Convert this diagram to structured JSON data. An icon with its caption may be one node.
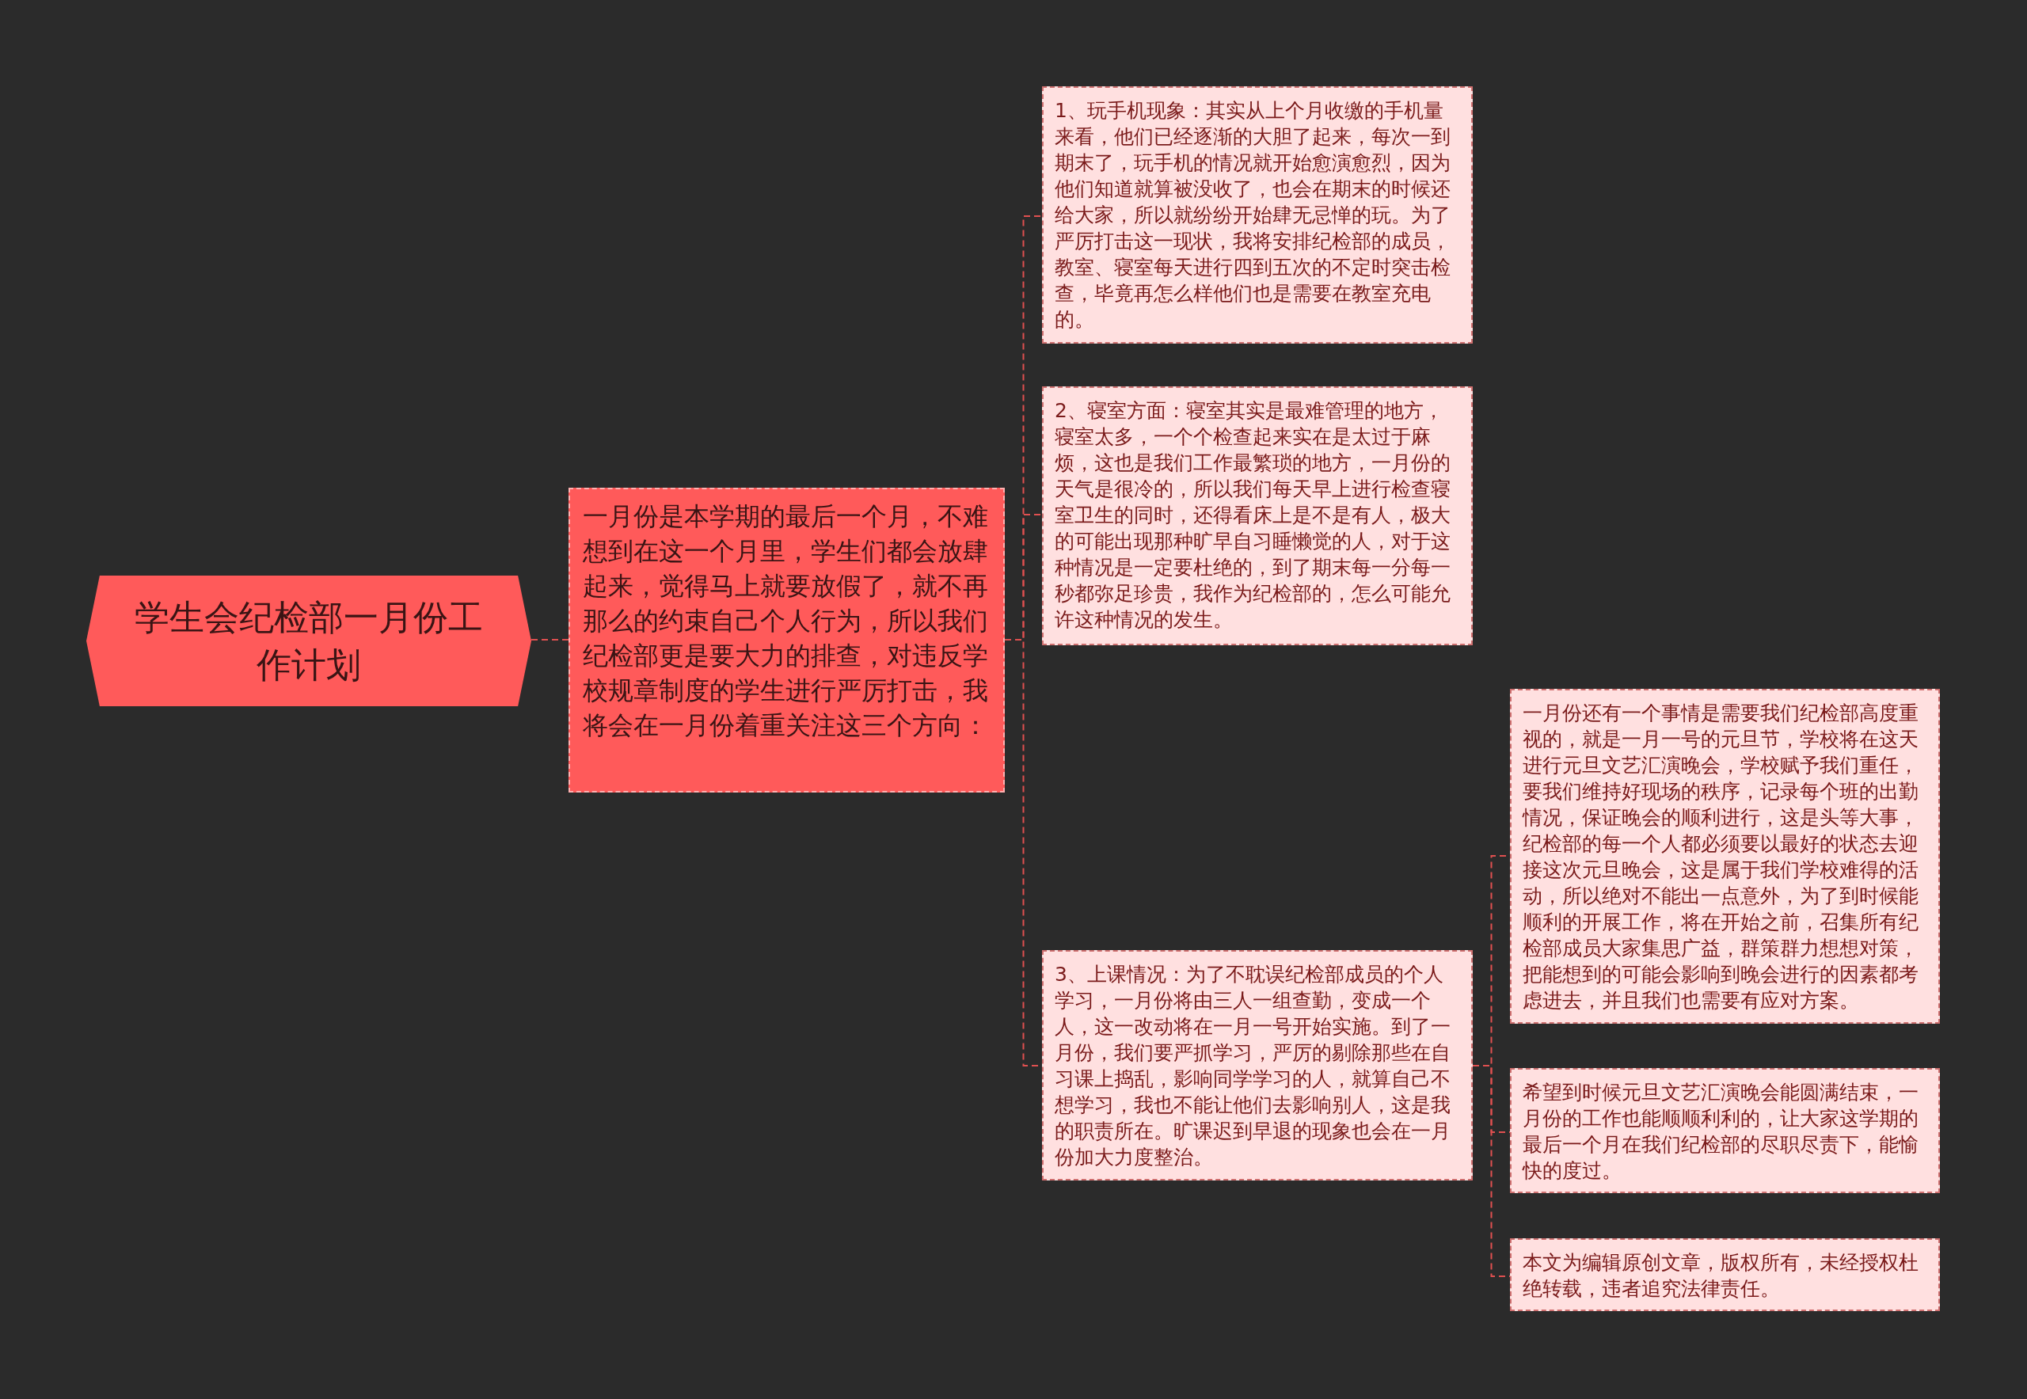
{
  "diagram": {
    "nodes": [
      {
        "text": [
          "学生会纪检部一月份工作计划"
        ]
      },
      {
        "text": [
          "一月份是本学期的最后一个月，不难想到在这一个月里，学生们都会放肆起来，觉得马上就要放假了，就不再那么的约束自己个人行为，所以我们纪检部更是要大力的排查，对违反学校规章制度的学生进行严厉打击，我将会在一月份着重关注这三个方向："
        ]
      },
      {
        "text": [
          "1、玩手机现象：其实从上个月收缴的手机量来看，他们已经逐渐的大胆了起来，每次一到期末了，玩手机的情况就开始愈演愈烈，因为他们知道就算被没收了，也会在期末的时候还给大家，所以就纷纷开始肆无忌惮的玩。为了严厉打击这一现状，我将安排纪检部的成员，教室、寝室每天进行四到五次的不定时突击检查，毕竟再怎么样他们也是需要在教室充电的。"
        ]
      },
      {
        "text": [
          "2、寝室方面：寝室其实是最难管理的地方，寝室太多，一个个检查起来实在是太过于麻烦，这也是我们工作最繁琐的地方，一月份的天气是很冷的，所以我们每天早上进行检查寝室卫生的同时，还得看床上是不是有人，极大的可能出现那种旷早自习睡懒觉的人，对于这种情况是一定要杜绝的，到了期末每一分每一秒都弥足珍贵，我作为纪检部的，怎么可能允许这种情况的发生。"
        ]
      },
      {
        "text": [
          "3、上课情况：为了不耽误纪检部成员的个人学习，一月份将由三人一组查勤，变成一个人，这一改动将在一月一号开始实施。到了一月份，我们要严抓学习，严厉的剔除那些在自习课上捣乱，影响同学学习的人，就算自己不想学习，我也不能让他们去影响别人，这是我的职责所在。旷课迟到早退的现象也会在一月份加大力度整治。"
        ]
      },
      {
        "text": [
          "一月份还有一个事情是需要我们纪检部高度重视的，就是一月一号的元旦节，学校将在这天进行元旦文艺汇演晚会，学校赋予我们重任，要我们维持好现场的秩序，记录每个班的出勤情况，保证晚会的顺利进行，这是头等大事，纪检部的每一个人都必须要以最好的状态去迎接这次元旦晚会，这是属于我们学校难得的活动，所以绝对不能出一点意外，为了到时候能顺利的开展工作，将在开始之前，召集所有纪检部成员大家集思广益，群策群力想想对策，把能想到的可能会影响到晚会进行的因素都考虑进去，并且我们也需要有应对方案。"
        ]
      },
      {
        "text": [
          "希望到时候元旦文艺汇演晚会能圆满结束，一月份的工作也能顺顺利利的，让大家这学期的最后一个月在我们纪检部的尽职尽责下，能愉快的度过。"
        ]
      },
      {
        "text": [
          "本文为编辑原创文章，版权所有，未经授权杜绝转载，违者追究法律责任。"
        ]
      }
    ],
    "edges": [
      {
        "from": 0,
        "to": 1,
        "arrow": "none"
      },
      {
        "from": 1,
        "to": 2,
        "arrow": "none"
      },
      {
        "from": 1,
        "to": 3,
        "arrow": "none"
      },
      {
        "from": 1,
        "to": 4,
        "arrow": "none"
      },
      {
        "from": 4,
        "to": 5,
        "arrow": "none"
      },
      {
        "from": 4,
        "to": 6,
        "arrow": "none"
      },
      {
        "from": 4,
        "to": 7,
        "arrow": "none"
      }
    ]
  }
}
